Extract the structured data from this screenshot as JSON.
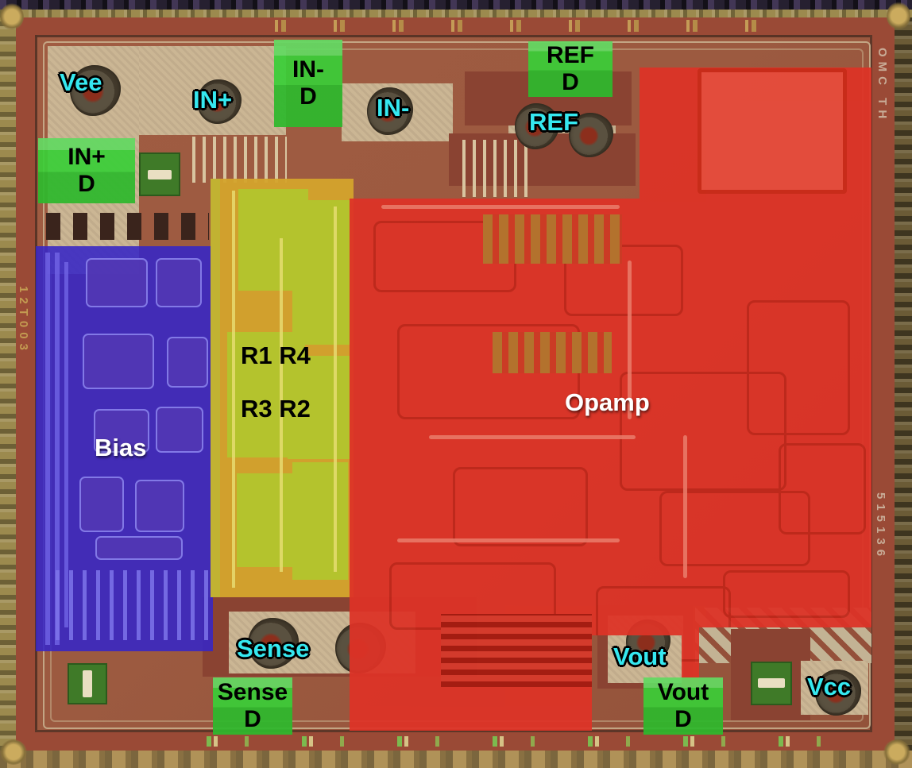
{
  "regions": {
    "bias": {
      "label": "Bias",
      "color": "#3526c6"
    },
    "resistors": {
      "label_top": "R1 R4",
      "label_bottom": "R3 R2",
      "color": "#d4a42c"
    },
    "opamp": {
      "label": "Opamp",
      "color": "#dd3327"
    }
  },
  "pads": {
    "vee": {
      "label": "Vee"
    },
    "in_plus": {
      "label": "IN+"
    },
    "in_minus": {
      "label": "IN-"
    },
    "ref": {
      "label": "REF"
    },
    "sense": {
      "label": "Sense"
    },
    "vout": {
      "label": "Vout"
    },
    "vcc": {
      "label": "Vcc"
    }
  },
  "diode_pads": {
    "in_plus_d": {
      "line1": "IN+",
      "line2": "D"
    },
    "in_minus_d": {
      "line1": "IN-",
      "line2": "D"
    },
    "ref_d": {
      "line1": "REF",
      "line2": "D"
    },
    "sense_d": {
      "line1": "Sense",
      "line2": "D"
    },
    "vout_d": {
      "line1": "Vout",
      "line2": "D"
    }
  },
  "edge_markings": {
    "left": "12T003",
    "right_top": "OMC TH",
    "right_bottom": "515136"
  },
  "colors": {
    "label-cyan": "#35e8f0",
    "pad-green": "#3ace37",
    "overlay-blue": "#3526c6",
    "overlay-yellow": "#d4a42c",
    "overlay-red": "#dd3327",
    "die-brown": "#9c5a40",
    "die-tan": "#cbb694",
    "frame-maroon": "#9a4a36",
    "edge-gold": "#9c8a4e"
  }
}
